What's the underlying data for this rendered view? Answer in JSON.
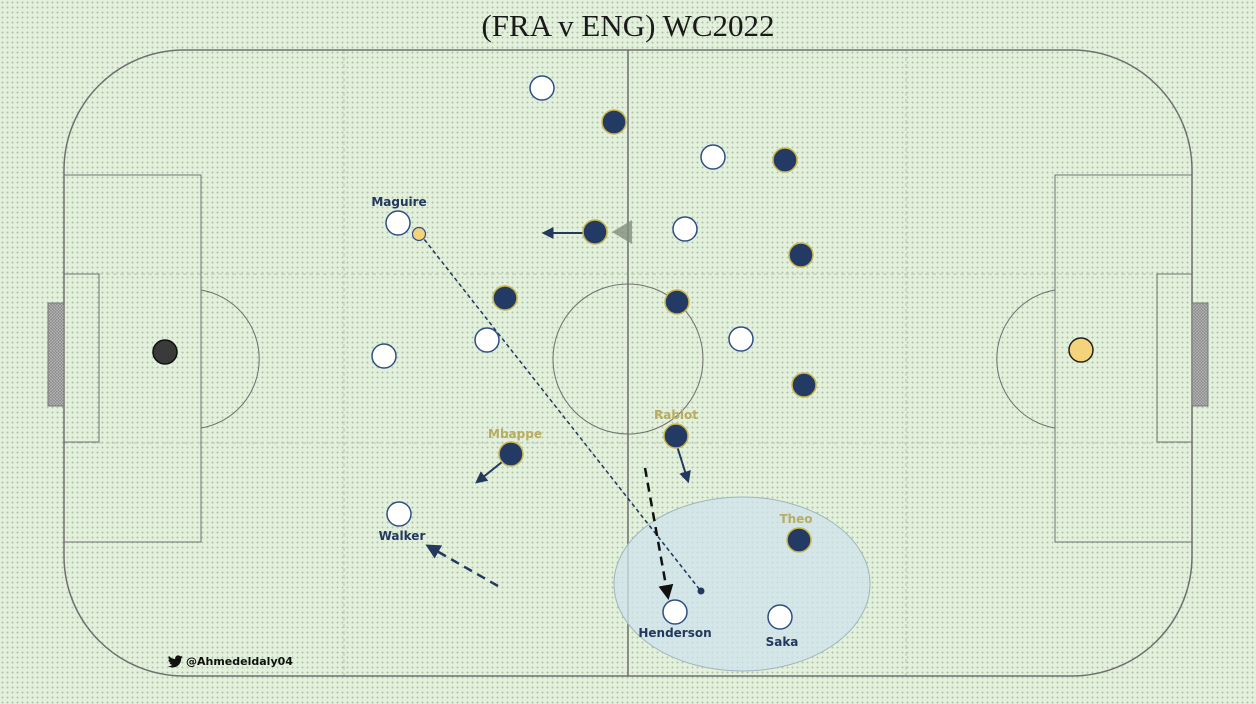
{
  "title": "(FRA v ENG) WC2022",
  "credit": "@Ahmedeldaly04",
  "colors": {
    "england": "#ffffff",
    "england_stroke": "#2f4f87",
    "france": "#223a64",
    "france_stroke": "#c7b54e",
    "ball": "#f5d37a",
    "lines": "#6f6f6f",
    "highlight_zone": "#cfe3ec",
    "label_england": "#23385e",
    "label_france": "#b8ac62"
  },
  "players": [
    {
      "team": "england",
      "label": "Maguire"
    },
    {
      "team": "england",
      "label": "Walker"
    },
    {
      "team": "england",
      "label": "Henderson"
    },
    {
      "team": "england",
      "label": "Saka"
    },
    {
      "team": "france",
      "label": "Mbappe"
    },
    {
      "team": "france",
      "label": "Rabiot"
    },
    {
      "team": "france",
      "label": "Theo"
    }
  ],
  "icons": {
    "credit_icon": "twitter-bird-icon"
  }
}
